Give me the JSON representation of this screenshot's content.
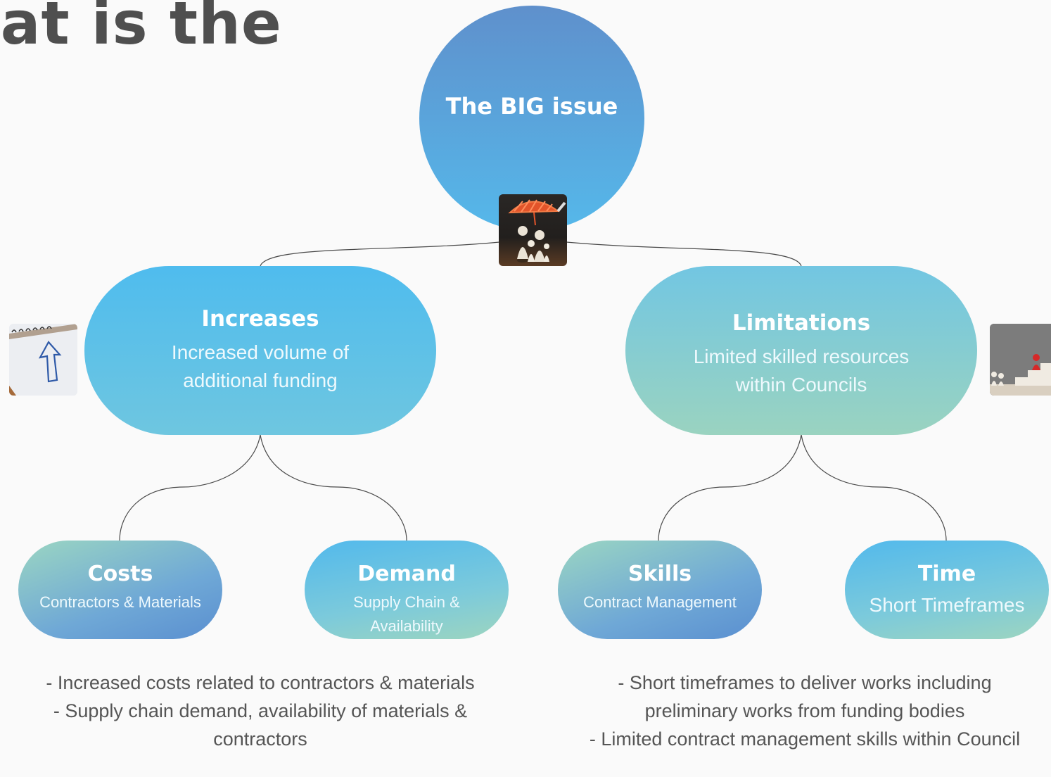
{
  "title": {
    "line1": "hat is the",
    "line2": "?"
  },
  "root": {
    "label": "The BIG issue"
  },
  "branches": [
    {
      "label": "Increases",
      "subtitle": "Increased volume of additional funding",
      "children": [
        {
          "label": "Costs",
          "subtitle": "Contractors & Materials"
        },
        {
          "label": "Demand",
          "subtitle": "Supply Chain & Availability"
        }
      ]
    },
    {
      "label": "Limitations",
      "subtitle": "Limited skilled resources within Councils",
      "children": [
        {
          "label": "Skills",
          "subtitle": "Contract Management"
        },
        {
          "label": "Time",
          "subtitle": "Short Timeframes"
        }
      ]
    }
  ],
  "notes": {
    "left": [
      "- Increased costs related to contractors & materials",
      "- Supply chain demand, availability of materials & contractors"
    ],
    "right": [
      "- Short timeframes to deliver works including preliminary works from funding bodies",
      "- Limited contract management skills within Council"
    ]
  },
  "colors": {
    "title": "#4f4f4f",
    "connector": "#4a4a4a",
    "notes_text": "#555555",
    "blue": "#52b9ec",
    "teal": "#9dd5bf"
  },
  "icons": [
    "umbrella-family-image",
    "arrow-up-notepad-image",
    "stairs-blocks-image"
  ]
}
